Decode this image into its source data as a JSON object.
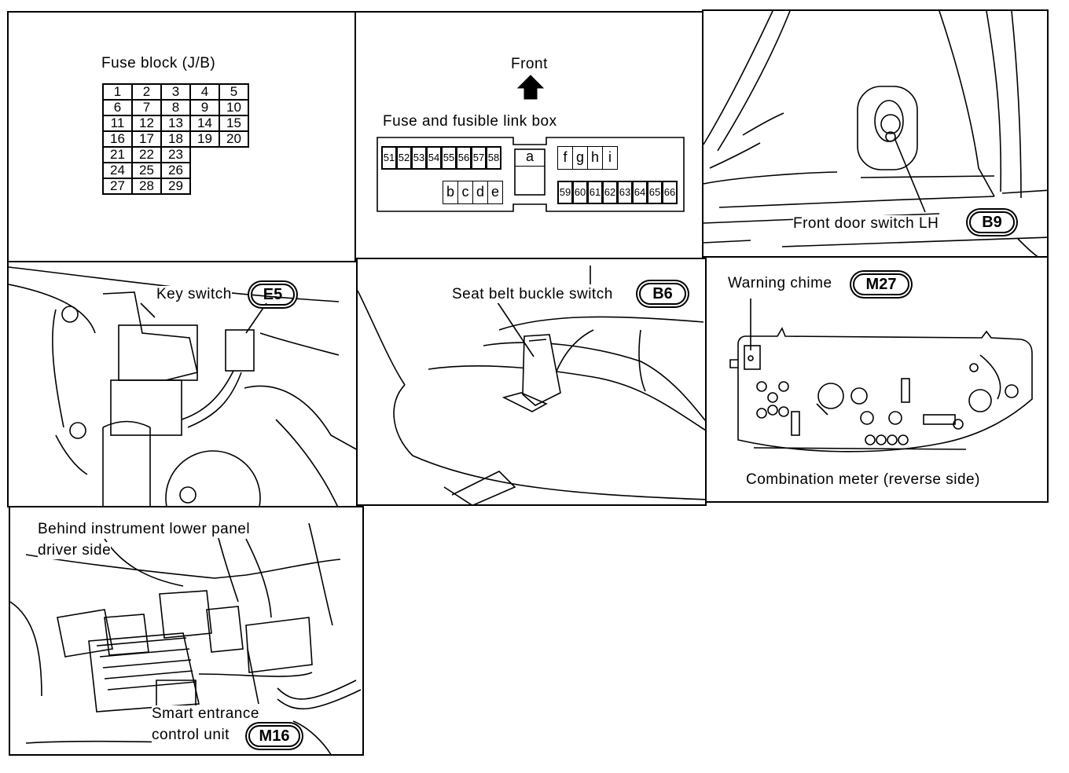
{
  "fuse_block": {
    "title": "Fuse block (J/B)",
    "rows": [
      [
        "1",
        "2",
        "3",
        "4",
        "5"
      ],
      [
        "6",
        "7",
        "8",
        "9",
        "10"
      ],
      [
        "11",
        "12",
        "13",
        "14",
        "15"
      ],
      [
        "16",
        "17",
        "18",
        "19",
        "20"
      ],
      [
        "21",
        "22",
        "23",
        "",
        ""
      ],
      [
        "24",
        "25",
        "26",
        "",
        ""
      ],
      [
        "27",
        "28",
        "29",
        "",
        ""
      ]
    ]
  },
  "fuse_link_box": {
    "front_label": "Front",
    "title": "Fuse and fusible link box",
    "top_fuses": [
      "51",
      "52",
      "53",
      "54",
      "55",
      "56",
      "57",
      "58"
    ],
    "center_link": "a",
    "lower_links": [
      "b",
      "c",
      "d",
      "e"
    ],
    "right_links": [
      "f",
      "g",
      "h",
      "i"
    ],
    "bottom_fuses": [
      "59",
      "60",
      "61",
      "62",
      "63",
      "64",
      "65",
      "66"
    ]
  },
  "front_door_switch": {
    "label": "Front door switch LH",
    "connector": "B9"
  },
  "key_switch": {
    "label": "Key switch",
    "connector": "E5"
  },
  "seat_belt": {
    "label": "Seat belt buckle switch",
    "connector": "B6"
  },
  "warning_chime": {
    "label": "Warning chime",
    "connector": "M27",
    "caption": "Combination meter (reverse side)"
  },
  "smart_entrance": {
    "location_line1": "Behind instrument lower panel",
    "location_line2": "driver side",
    "label_line1": "Smart entrance",
    "label_line2": "control unit",
    "connector": "M16"
  }
}
